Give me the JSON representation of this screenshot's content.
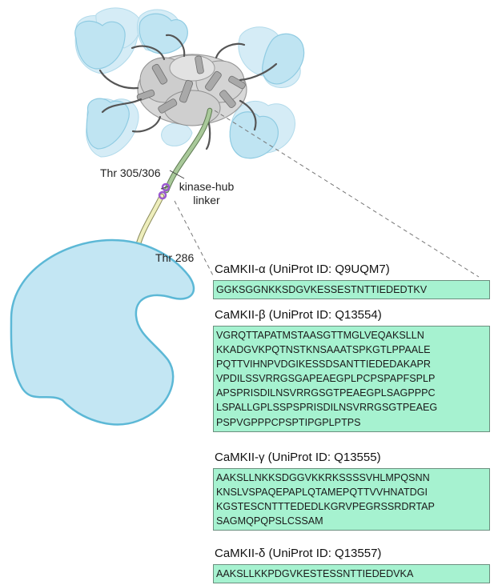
{
  "labels": {
    "thr305": "Thr 305/306",
    "linker_line1": "kinase-hub",
    "linker_line2": "linker",
    "thr286": "Thr 286"
  },
  "isoforms": [
    {
      "title": "CaMKII-α (UniProt ID: Q9UQM7)",
      "lines": [
        "GGKSGGNKKSDGVKESSESTNTTIEDEDTKV"
      ]
    },
    {
      "title": "CaMKII-β (UniProt ID: Q13554)",
      "lines": [
        "VGRQTTAPATMSTAASGTTMGLVEQAKSLLN",
        "KKADGVKPQTNSTKNSAAATSPKGTLPPAALE",
        "PQTTVIHNPVDGIKESSDSANTTIEDEDAKAPR",
        "VPDILSSVRRGSGAPEAEGPLPCPSPAPFSPLP",
        "APSPRISDILNSVRRGSGTPEAEGPLSAGPPPC",
        "LSPALLGPLSSPSPRISDILNSVRRGSGTPEAEG",
        "PSPVGPPPCPSPTIPGPLPTPS"
      ]
    },
    {
      "title": "CaMKII-γ (UniProt ID: Q13555)",
      "lines": [
        "AAKSLLNKKSDGGVKKRKSSSSVHLMPQSNN",
        "KNSLVSPAQEPAPLQTAMEPQTTVVHNATDGI",
        "KGSTESCNTTTEDEDLKGRVPEGRSSRDRTAP",
        "SAGMQPQPSLCSSAM"
      ]
    },
    {
      "title": "CaMKII-δ (UniProt ID: Q13557)",
      "lines": [
        "AAKSLLKKPDGVKESTESSNTTIEDEDVKA"
      ]
    }
  ],
  "colors": {
    "kinase_domain": "#bfe4f2",
    "kinase_outline": "#5cb8d6",
    "hub": "#cfcfcf",
    "linker_green": "#a9c99a",
    "linker_yellow": "#eeeebc",
    "thr305_marker": "#9b59d0",
    "thr286_marker": "#e03c1e",
    "sequence_box": "#a6f2d0"
  }
}
